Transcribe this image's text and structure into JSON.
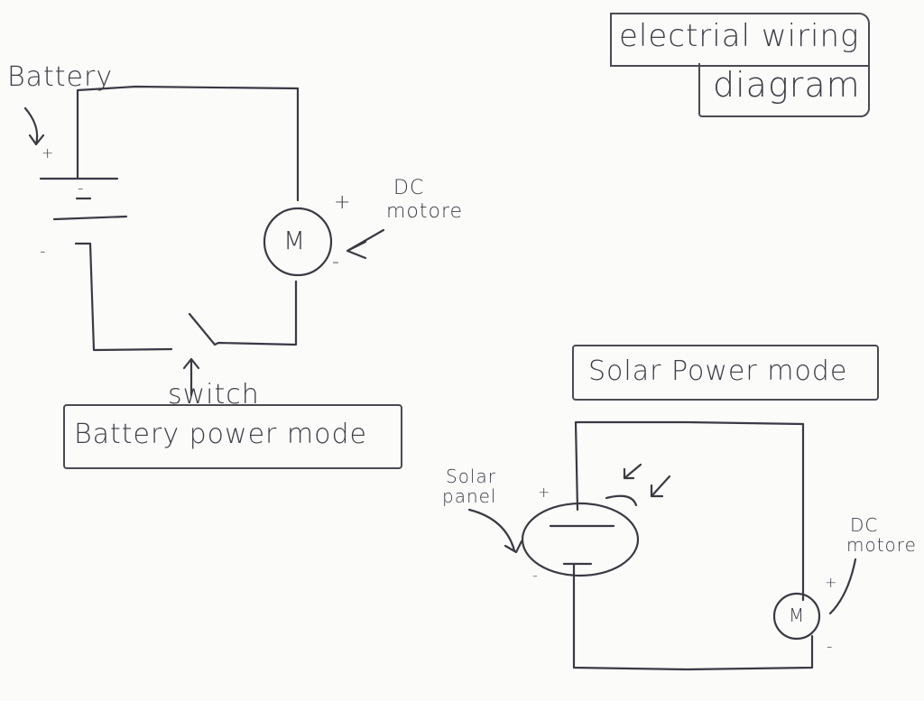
{
  "title": {
    "line1": "electrial wiring",
    "line2": "diagram"
  },
  "battery_circuit": {
    "battery_label": "Battery",
    "battery_plus": "+",
    "battery_minus_1": "-",
    "battery_minus_2": "-",
    "motor_symbol": "M",
    "motor_label_1": "DC",
    "motor_label_2": "motore",
    "motor_plus": "+",
    "motor_minus": "-",
    "switch_label": "switch",
    "mode_label": "Battery power mode"
  },
  "solar_circuit": {
    "mode_label": "Solar Power mode",
    "panel_label_1": "Solar",
    "panel_label_2": "panel",
    "panel_plus": "+",
    "panel_minus": "-",
    "motor_symbol": "M",
    "motor_label_1": "DC",
    "motor_label_2": "motore",
    "motor_plus": "+",
    "motor_minus": "-"
  },
  "colors": {
    "ink": "#3a3a44",
    "paper": "#fbfbfa"
  }
}
